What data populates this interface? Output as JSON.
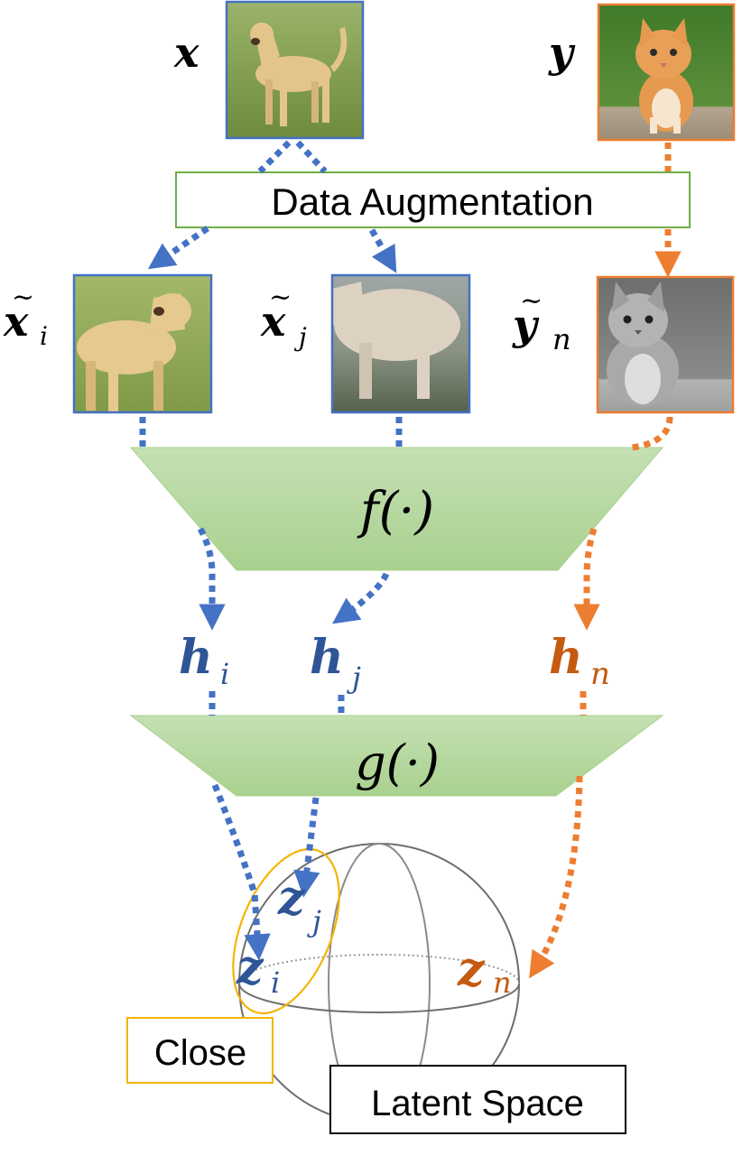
{
  "inputs": {
    "x_label": "x",
    "y_label": "y",
    "x_image": "dog",
    "y_image": "kitten"
  },
  "augmentation_label": "Data Augmentation",
  "augmented": {
    "xi_base": "x",
    "xi_sub": "i",
    "xj_base": "x",
    "xj_sub": "j",
    "yn_base": "y",
    "yn_sub": "n"
  },
  "encoder_label": "f(·)",
  "projection_label": "g(·)",
  "representations": {
    "hi_base": "h",
    "hi_sub": "i",
    "hj_base": "h",
    "hj_sub": "j",
    "hn_base": "h",
    "hn_sub": "n"
  },
  "embeddings": {
    "zi_base": "z",
    "zi_sub": "i",
    "zj_base": "z",
    "zj_sub": "j",
    "zn_base": "z",
    "zn_sub": "n"
  },
  "close_label": "Close",
  "latent_label": "Latent Space",
  "colors": {
    "blue": "#4472c4",
    "orange": "#ed7d31",
    "dark_blue": "#2f5597",
    "dark_orange": "#c55a11",
    "green_border": "#70ad47",
    "yellow": "#f4b400"
  }
}
